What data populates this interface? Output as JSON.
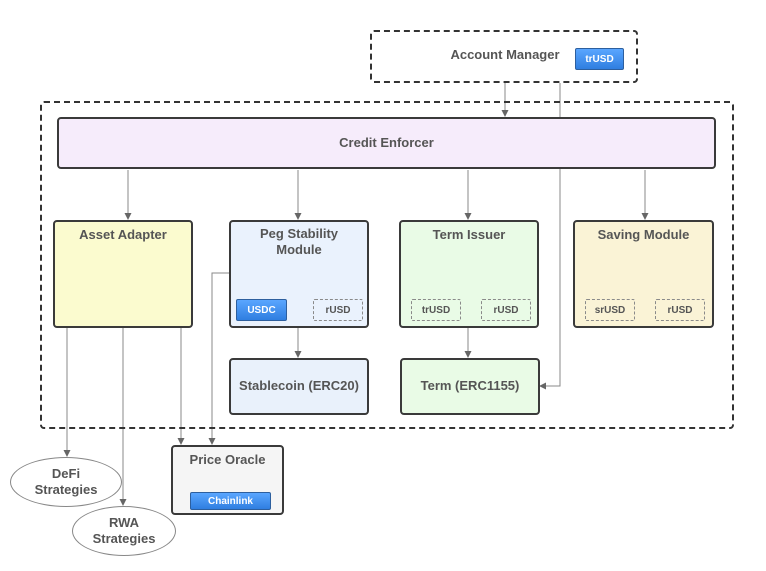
{
  "account_manager": {
    "label": "Account Manager",
    "token": "trUSD"
  },
  "credit_enforcer": {
    "label": "Credit Enforcer"
  },
  "asset_adapter": {
    "label": "Asset Adapter"
  },
  "peg_stability": {
    "label_line1": "Peg Stability",
    "label_line2": "Module",
    "token_left": "USDC",
    "token_right": "rUSD"
  },
  "term_issuer": {
    "label": "Term Issuer",
    "token_left": "trUSD",
    "token_right": "rUSD"
  },
  "saving_module": {
    "label": "Saving Module",
    "token_left": "srUSD",
    "token_right": "rUSD"
  },
  "stablecoin": {
    "label": "Stablecoin (ERC20)"
  },
  "term": {
    "label": "Term (ERC1155)"
  },
  "price_oracle": {
    "label": "Price Oracle",
    "token": "Chainlink"
  },
  "defi": {
    "line1": "DeFi",
    "line2": "Strategies"
  },
  "rwa": {
    "line1": "RWA",
    "line2": "Strategies"
  },
  "colors": {
    "credit_enforcer_fill": "#f6ecfb",
    "asset_adapter_fill": "#fbfbcf",
    "peg_stability_fill": "#eaf2fd",
    "term_issuer_fill": "#e9fbe6",
    "saving_module_fill": "#faf3d6",
    "stablecoin_fill": "#e9f1fb",
    "term_fill": "#e9fbe6",
    "price_oracle_fill": "#f5f5f5",
    "token_blue": "#3c8ef0"
  }
}
